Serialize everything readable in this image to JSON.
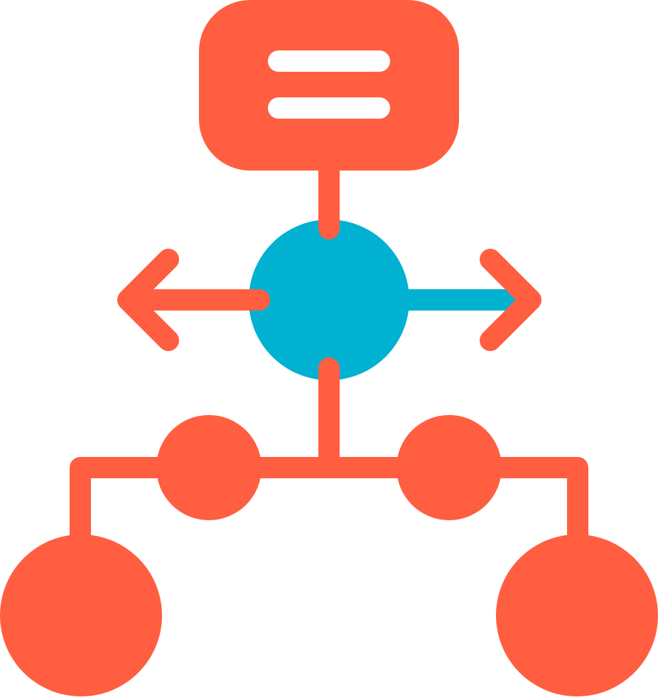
{
  "icon": {
    "name": "hierarchy-flow-icon",
    "colors": {
      "primary": "#FF5E41",
      "accent": "#00B1D2",
      "detail": "#FFFFFF",
      "background": "#FFFFFF"
    },
    "parts": [
      "document-node-icon",
      "hub-node",
      "left-arrow-icon",
      "right-arrow-icon",
      "branch-node-left",
      "branch-node-right",
      "leaf-node-left",
      "leaf-node-right"
    ]
  }
}
